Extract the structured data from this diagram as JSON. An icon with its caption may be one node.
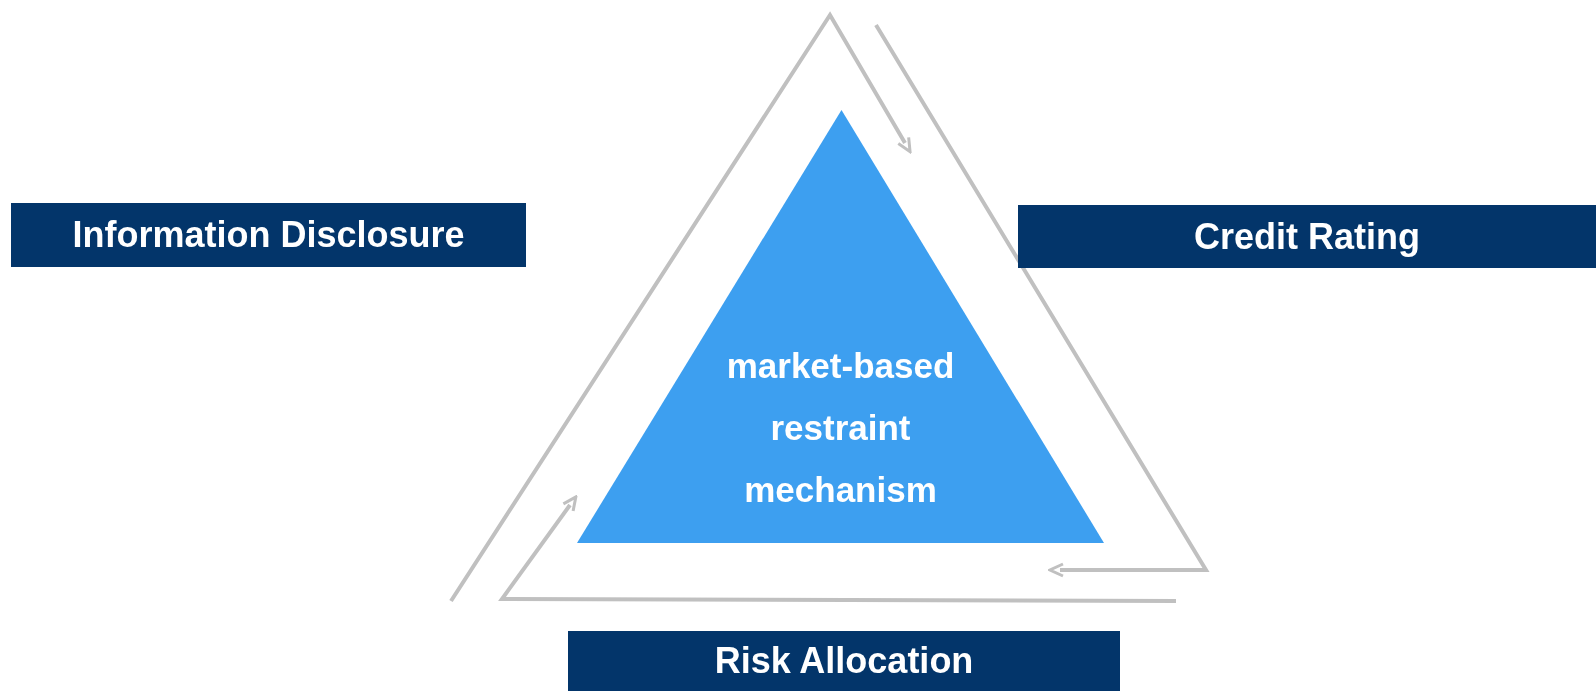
{
  "diagram": {
    "nodes": [
      {
        "text": [
          "Information Disclosure"
        ]
      },
      {
        "text": [
          "Credit Rating"
        ]
      },
      {
        "text": [
          "Risk Allocation"
        ]
      },
      {
        "text": [
          "market-based restraint mechanism"
        ]
      }
    ]
  }
}
